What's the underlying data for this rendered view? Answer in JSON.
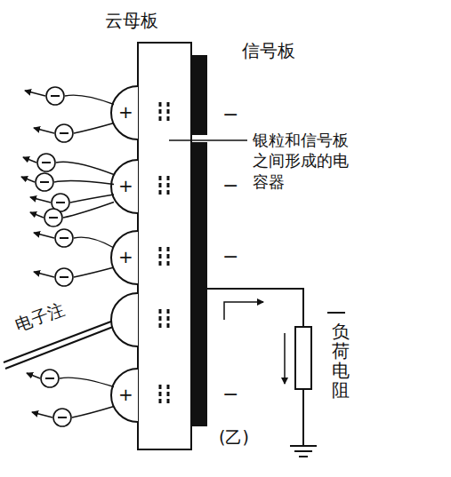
{
  "diagram": {
    "labels": [
      "云母板",
      "信号板",
      "银粒和信号板之间形成的电容器",
      "电子注",
      "负荷电阻",
      "(乙)",
      "+",
      "+",
      "+",
      "+",
      "−",
      "−",
      "−",
      "−"
    ]
  }
}
